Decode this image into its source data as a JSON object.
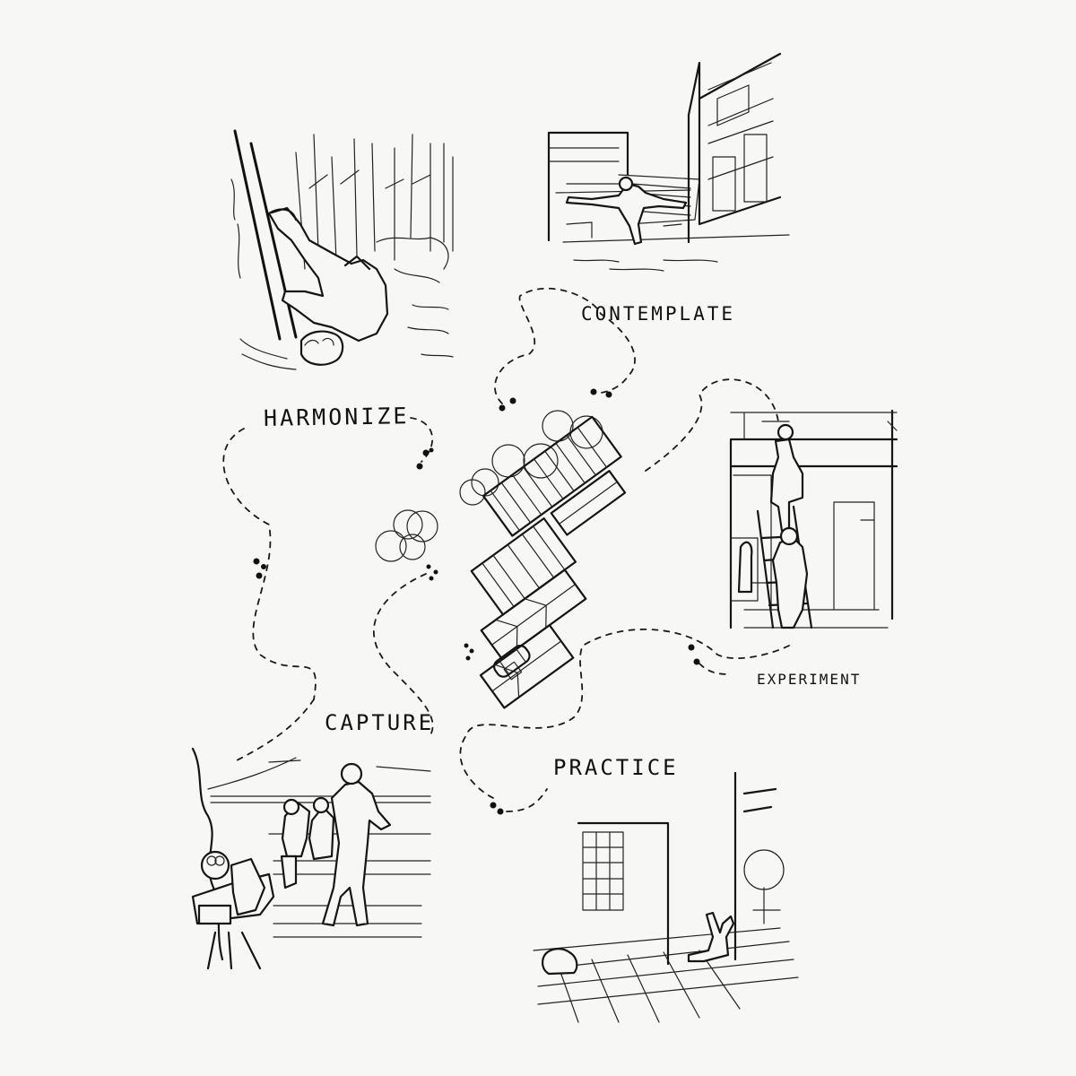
{
  "labels": {
    "harmonize": "HARMONIZE",
    "contemplate": "CONTEMPLATE",
    "experiment": "EXPERIMENT",
    "capture": "CAPTURE",
    "practice": "PRACTICE"
  },
  "colors": {
    "background": "#f7f8f5",
    "ink": "#151515"
  }
}
